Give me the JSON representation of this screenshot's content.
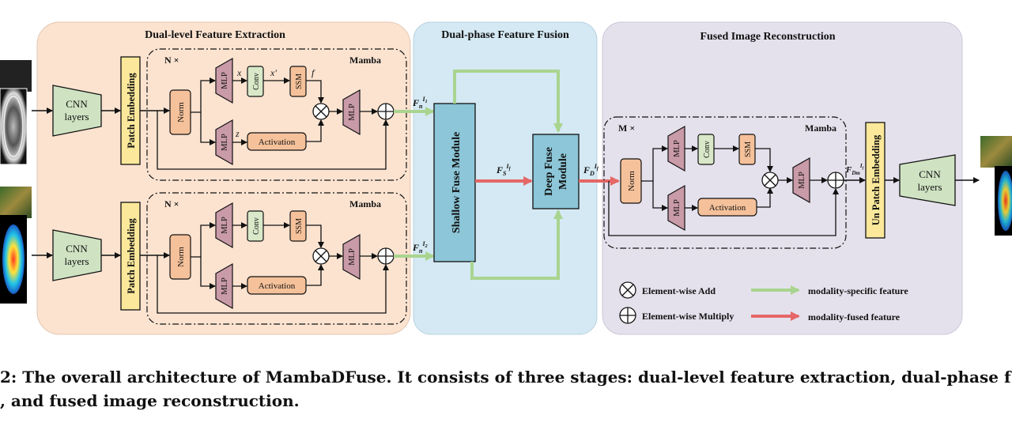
{
  "stages": {
    "extraction": "Dual-level Feature Extraction",
    "fusion": "Dual-phase Feature Fusion",
    "reconstruction": "Fused Image Reconstruction"
  },
  "blocks": {
    "cnn": [
      "CNN",
      "layers"
    ],
    "patch_embedding": "Patch Embedding",
    "un_patch_embedding": "Un Patch Embedding",
    "norm": "Norm",
    "mlp": "MLP",
    "conv": "Conv",
    "ssm": "SSM",
    "activation": "Activation",
    "mamba": "Mamba",
    "n_repeat": "N ×",
    "m_repeat": "M ×",
    "shallow_fuse": "Shallow Fuse Module",
    "deep_fuse": [
      "Deep Fuse",
      "Module"
    ]
  },
  "symbols": {
    "x": "x",
    "x_prime": "x′",
    "z": "z",
    "f": "f",
    "f_n": "F",
    "f_n_sub": "n",
    "f_n_sup1": "I",
    "f_n_sup1_sub": "1",
    "f_n_sup2": "I",
    "f_n_sup2_sub": "2",
    "f_s": "F",
    "f_s_sub": "S",
    "f_s_sup": "I",
    "f_s_sup_sub": "f",
    "f_d": "F",
    "f_d_sub": "D",
    "f_d_sup": "I",
    "f_d_sup_sub": "f",
    "f_dm": "F",
    "f_dm_sub": "Dm",
    "f_dm_sup": "I",
    "f_dm_sup_sub": "f"
  },
  "legend": {
    "add": "Element-wise Add",
    "multiply": "Element-wise Multiply",
    "specific": "modality-specific feature",
    "fused": "modality-fused feature"
  },
  "caption": {
    "line1": "2: The overall architecture of MambaDFuse. It consists of three stages: dual-level feature extraction, dual-phase f",
    "line2": ", and fused image reconstruction."
  },
  "colors": {
    "extraction_bg": "#fbe3d0",
    "fusion_bg": "#d4e9f3",
    "reconstruction_bg": "#e4e1ec",
    "cnn": "#cfe3c2",
    "patch": "#fbe89a",
    "norm": "#f5c19a",
    "mlp": "#c99aa8",
    "conv": "#d8e8c8",
    "ssm": "#f5c19a",
    "shallow": "#8cc6d8",
    "arrow_specific": "#a9d48f",
    "arrow_fused": "#e56767"
  }
}
